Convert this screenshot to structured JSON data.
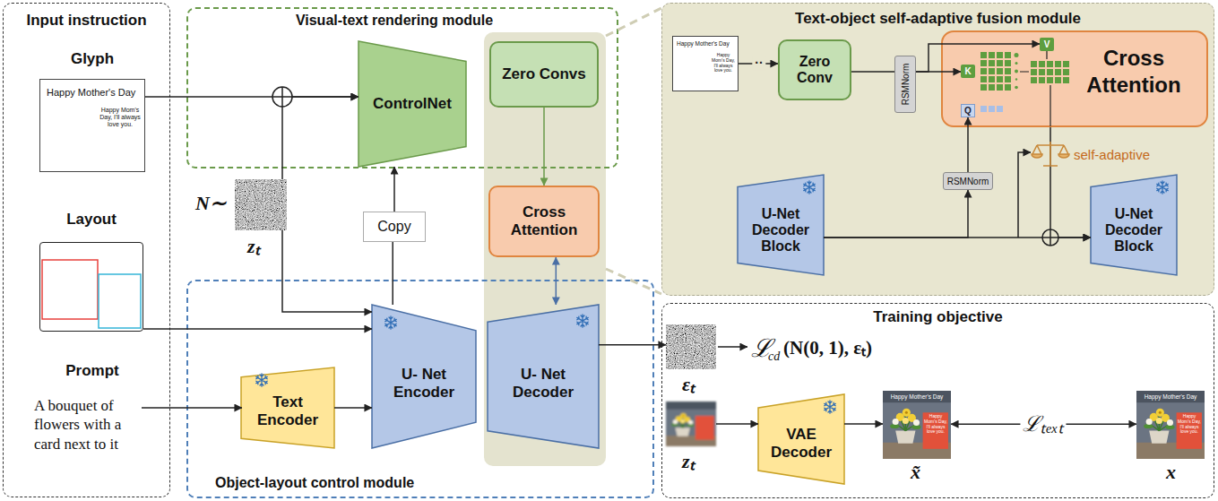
{
  "diagram": {
    "nodes": [
      {
        "text": [
          "Input instruction"
        ]
      },
      {
        "text": [
          "Glyph",
          "Happy Mother's Day",
          "Happy Mom's Day, I'll always love you."
        ],
        "in": 0
      },
      {
        "text": [
          "Layout"
        ],
        "in": 0
      },
      {
        "text": [
          "Visual-text rendering module"
        ]
      },
      {
        "text": [
          "ControlNet"
        ],
        "in": 3
      },
      {
        "text": [
          "Zero Convs"
        ],
        "in": 3
      },
      {
        "text": [
          "N∼",
          "zₜ"
        ]
      },
      {
        "text": [
          "Copy"
        ]
      },
      {
        "text": [
          "Cross Attention"
        ]
      },
      {
        "text": [
          "Object-layout control module"
        ]
      },
      {
        "text": [
          "Text Encoder"
        ],
        "in": 9
      },
      {
        "text": [
          "U- Net Encoder"
        ],
        "in": 9
      },
      {
        "text": [
          "U- Net Decoder"
        ],
        "in": 9
      },
      {
        "text": [
          "Text-object self-adaptive fusion module"
        ]
      },
      {
        "text": [
          "Happy Mother's Day",
          "Happy Mom's Day, I'll always love you."
        ],
        "in": 13
      },
      {
        "text": [
          "Zero Conv"
        ],
        "in": 13
      },
      {
        "text": [
          "RSMNorm"
        ],
        "in": 13
      },
      {
        "text": [
          "Cross Attention"
        ],
        "in": 13
      },
      {
        "text": [
          "V"
        ],
        "in": 17
      },
      {
        "text": [
          "K"
        ],
        "in": 17
      },
      {
        "text": [
          "Q"
        ],
        "in": 17
      },
      {
        "text": [
          "RSMNorm"
        ],
        "in": 13
      },
      {
        "text": [
          "U-Net Decoder Block"
        ],
        "in": 13
      },
      {
        "text": [
          "U-Net Decoder Block"
        ],
        "in": 13
      },
      {
        "text": [
          "Training objective"
        ]
      },
      {
        "text": [
          "εₜ"
        ],
        "in": 24
      },
      {
        "text": [
          "zₜ"
        ],
        "in": 24
      },
      {
        "text": [
          "VAE Decoder"
        ],
        "in": 24
      },
      {
        "text": [
          "x̃",
          "Happy Mother's Day",
          "Happy Mom's Day, I'll always love you."
        ],
        "in": 24
      },
      {
        "text": [
          "x",
          "Happy Mother's Day",
          "Happy Mom's Day, I'll always love you."
        ],
        "in": 24
      }
    ],
    "edges": [
      {
        "from": 1,
        "to": 4,
        "arrow": "to"
      },
      {
        "from": 6,
        "to": 4,
        "arrow": "to"
      },
      {
        "from": 6,
        "to": 11,
        "arrow": "to"
      },
      {
        "from": 2,
        "to": 11,
        "arrow": "to"
      },
      {
        "from": 10,
        "to": 11,
        "arrow": "to"
      },
      {
        "from": 11,
        "to": 7,
        "arrow": "none"
      },
      {
        "from": 7,
        "to": 4,
        "arrow": "to"
      },
      {
        "from": 5,
        "to": 8,
        "arrow": "to"
      },
      {
        "from": 8,
        "to": 12,
        "arrow": "both"
      },
      {
        "from": 12,
        "to": 25,
        "arrow": "to"
      },
      {
        "from": 14,
        "to": 15,
        "arrow": "to",
        "label": "··"
      },
      {
        "from": 15,
        "to": 16,
        "arrow": "none"
      },
      {
        "from": 16,
        "to": 18,
        "arrow": "to"
      },
      {
        "from": 16,
        "to": 19,
        "arrow": "to"
      },
      {
        "from": 21,
        "to": 20,
        "arrow": "to"
      },
      {
        "from": 22,
        "to": 21,
        "arrow": "to"
      },
      {
        "from": 22,
        "to": 23,
        "arrow": "to"
      },
      {
        "from": 17,
        "to": 23,
        "arrow": "to"
      },
      {
        "from": 26,
        "to": 27,
        "arrow": "to"
      },
      {
        "from": 27,
        "to": 28,
        "arrow": "to"
      },
      {
        "from": 28,
        "to": 29,
        "arrow": "both",
        "label": "ℒₜₑₓₜ"
      }
    ],
    "labels": [
      "Prompt",
      "A bouquet of flowers with a card next to it",
      "self-adaptive",
      "ℒ",
      "cd",
      "(N(0, 1), εₜ)"
    ]
  }
}
